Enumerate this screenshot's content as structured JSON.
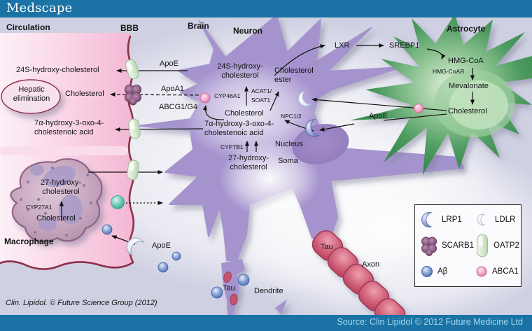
{
  "topbar": {
    "logo": "Medscape"
  },
  "circulation": {
    "title": "Circulation",
    "ohc24s": "24S-hydroxy-cholesterol",
    "hepatic": [
      "Hepatic",
      "elimination"
    ],
    "cholesterol": "Cholesterol",
    "acid": [
      "7α-hydroxy-3-oxo-4-",
      "cholestenoic acid"
    ]
  },
  "bbb": {
    "title": "BBB",
    "apoe": "ApoE",
    "apoa1": "ApoA1",
    "abcg1g4": "ABCG1/G4"
  },
  "brain": {
    "title": "Brain"
  },
  "neuron": {
    "title": "Neuron",
    "ohc24s": [
      "24S-hydroxy-",
      "cholesterol"
    ],
    "cholesterol_ester": [
      "Cholesterol",
      "ester"
    ],
    "cyp46a1": "CYP46A1",
    "acat1": [
      "ACAT1/",
      "SOAT1"
    ],
    "cholesterol": "Cholesterol",
    "npc12": "NPC1/2",
    "acid": [
      "7α-hydroxy-3-oxo-4-",
      "cholestenoic acid"
    ],
    "cyp7b1": "CYP7B1",
    "ohc27": [
      "27-hydroxy-",
      "cholesterol"
    ],
    "nucleus": "Nucleus",
    "soma": "Soma",
    "tau_axon": "Tau",
    "axon": "Axon",
    "tau_dendrite": "Tau",
    "dendrite": "Dendrite"
  },
  "signaling": {
    "lxr": "LXR",
    "srebp1": "SREBP1"
  },
  "astrocyte": {
    "title": "Astrocyte",
    "hmgcoa": "HMG-CoA",
    "hmgcoar": "HMG-CoAR",
    "mevalonate": "Mevalonate",
    "cholesterol": "Cholesterol",
    "apoe": "ApoE"
  },
  "macrophage": {
    "title": "Macrophage",
    "ohc27": [
      "27-hydroxy-",
      "cholesterol"
    ],
    "cyp27a1": "CYP27A1",
    "cholesterol": "Cholesterol",
    "apoe": "ApoE"
  },
  "legend": {
    "lrp1": "LRP1",
    "ldlr": "LDLR",
    "scarb1": "SCARB1",
    "oatp2": "OATP2",
    "abeta": "Aβ",
    "abca1": "ABCA1"
  },
  "footer": {
    "credit": "Clin. Lipidol. © Future Science Group (2012)",
    "source": "Source: Clin Lipidol © 2012 Future Medicine Ltd"
  },
  "colors": {
    "topbar_blue": "#1a73a4",
    "source_text": "#a6d7f0",
    "circulation_pink": "#f5bfd9",
    "bbb_line": "#8e2f47",
    "neuron_purple": "#a593ce",
    "astrocyte_green": "#3f8a50",
    "axon_red": "#c9566f",
    "oatp2_green": "#d7ead0",
    "scarb1_plum": "#91688c",
    "lrp1_blue": "#8b9bd0",
    "ldlr_pale": "#e4ebf6",
    "abeta_blue": "#6585c4",
    "abca1_pink": "#f0a4c6",
    "hdl_teal": "#4fc0ab"
  }
}
